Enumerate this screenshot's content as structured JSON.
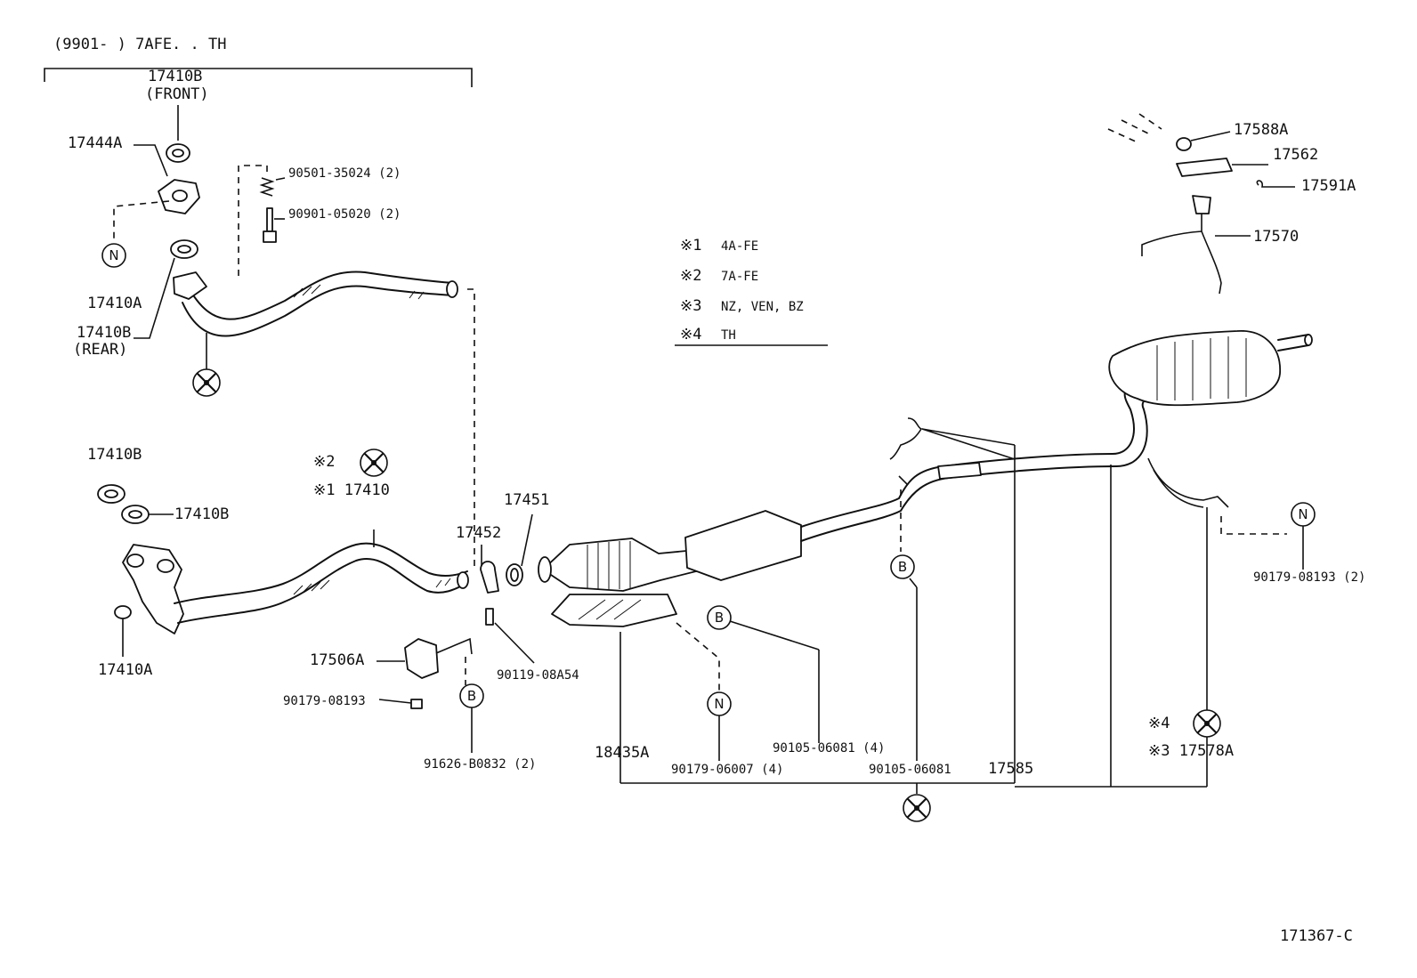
{
  "header": {
    "range": "(9901-      ) 7AFE. . TH"
  },
  "legend": [
    {
      "mark": "※1",
      "text": "4A-FE"
    },
    {
      "mark": "※2",
      "text": "7A-FE"
    },
    {
      "mark": "※3",
      "text": "NZ, VEN, BZ"
    },
    {
      "mark": "※4",
      "text": "TH"
    }
  ],
  "parts": {
    "p17410B_front": "17410B",
    "p17410B_front_note": "(FRONT)",
    "p17444A": "17444A",
    "p90501": "90501-35024 (2)",
    "p90901": "90901-05020 (2)",
    "p17410A_top": "17410A",
    "p17410B_rear": "17410B",
    "p17410B_rear_note": "(REAR)",
    "p17410B_a": "17410B",
    "p17410B_b": "17410B",
    "mark2": "※2",
    "p17410": "※1 17410",
    "p17410A_bottom": "17410A",
    "p17452": "17452",
    "p17451": "17451",
    "p17506A": "17506A",
    "p90179_08193_left": "90179-08193",
    "p90119": "90119-08A54",
    "p91626": "91626-B0832 (2)",
    "p18435A": "18435A",
    "p90179_06007": "90179-06007 (4)",
    "p90105_a": "90105-06081 (4)",
    "p90105_b": "90105-06081",
    "p17585": "17585",
    "p17588A": "17588A",
    "p17562": "17562",
    "p17591A": "17591A",
    "p17570": "17570",
    "p90179_08193_right": "90179-08193 (2)",
    "mark4": "※4",
    "p17578A": "※3 17578A"
  },
  "circle_letters": {
    "n": "N",
    "b": "B"
  },
  "footer": {
    "code": "171367-C"
  }
}
